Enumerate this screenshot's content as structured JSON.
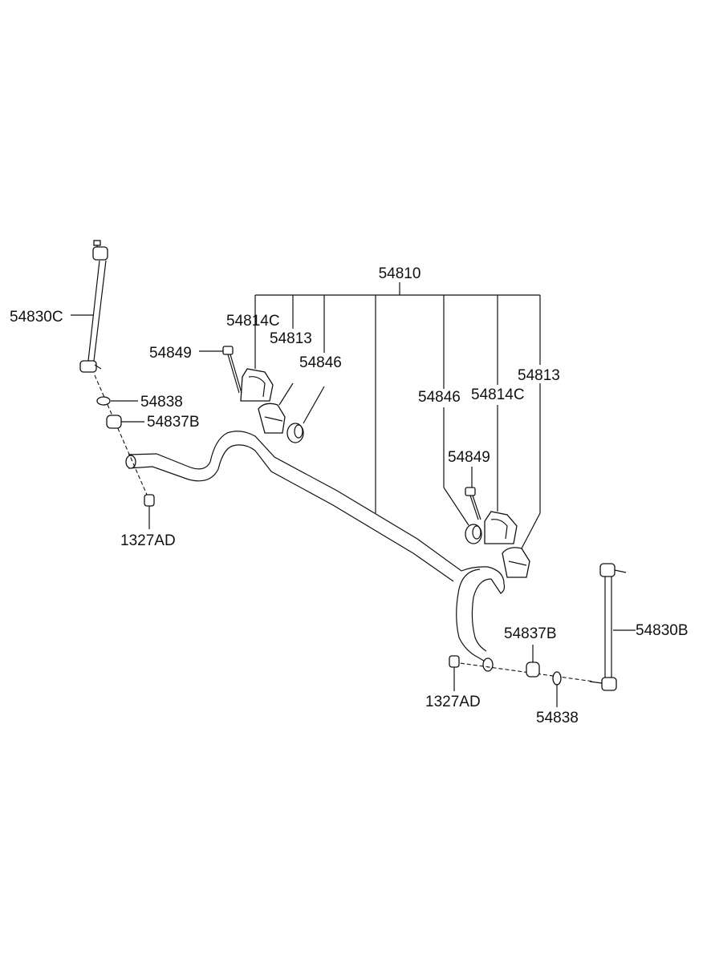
{
  "labels": {
    "assembly": "54810",
    "link_left": "54830C",
    "link_right": "54830B",
    "bracket_left": "54814C",
    "bracket_right": "54814C",
    "bushing_left": "54813",
    "bushing_right": "54813",
    "collar_left": "54846",
    "collar_right": "54846",
    "bolt_left": "54849",
    "bolt_right": "54849",
    "washer_left": "54838",
    "washer_right": "54838",
    "bush_left": "54837B",
    "bush_right": "54837B",
    "nut_left": "1327AD",
    "nut_right": "1327AD"
  }
}
